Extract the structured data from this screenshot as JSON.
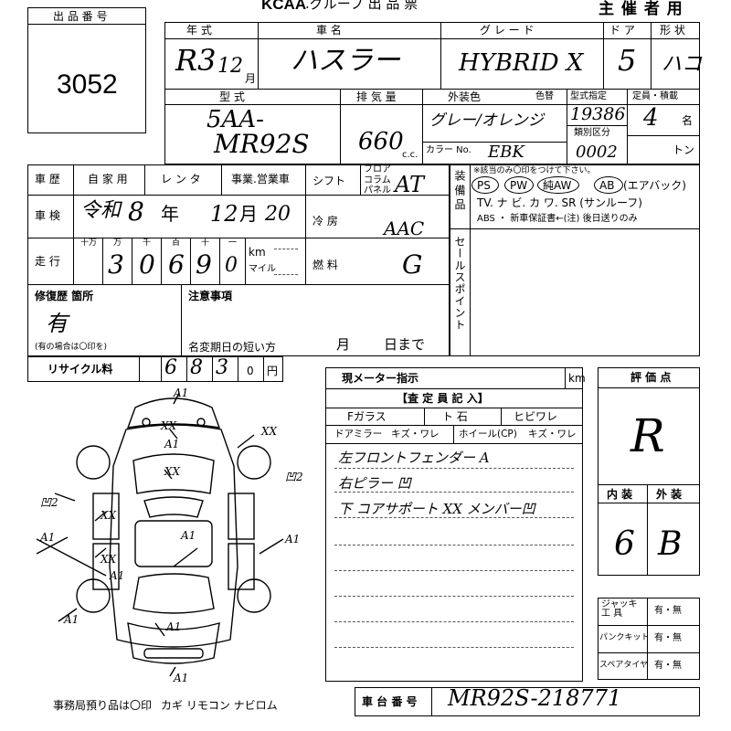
{
  "header": {
    "org": "KCAA",
    "group_title": ".グループ  出  品  票",
    "usage": "主 催 者 用",
    "lot_label": "出 品 番 号",
    "lot_number": "3052"
  },
  "labels": {
    "year": "年  式",
    "name": "車    名",
    "grade": "グ  レ  ー  ド",
    "door": "ド ア",
    "body": "形 状",
    "model": "型      式",
    "displacement": "排 気 量",
    "color": "外装色",
    "color_change": "色替",
    "type_designation": "型式指定",
    "capacity": "定員・積載",
    "category": "類別区分",
    "cc": "c.c.",
    "color_no": "カラー No.",
    "persons": "名",
    "tons": "トン",
    "history": "車  歴",
    "private": "自 家 用",
    "rental": "レ ン タ",
    "business": "事業.営業車",
    "shift": "シフト",
    "floor": "フロア",
    "column": "コラム",
    "panel": "パネル",
    "inspection": "車  検",
    "year_unit": "年",
    "month_unit": "月",
    "aircon": "冷  房",
    "mileage": "走  行",
    "digit_places": [
      "十万",
      "万",
      "千",
      "百",
      "十",
      "一"
    ],
    "km": "km",
    "mile": "マイル",
    "fuel": "燃  料",
    "equipment": "装 備 品",
    "equip_note": "※該当のみ〇印をつけて下さい。",
    "equip_row1": [
      "PS",
      "PW",
      "純AW",
      "AB",
      "(エアバック)"
    ],
    "equip_row2": "TV. ナ ビ. カ ワ. SR (サンルーフ)",
    "equip_row3": "ABS ・ 新車保証書←(注) 後日送りのみ",
    "sales_point": "セールスポイント",
    "repair": "修復歴 箇所",
    "repair_note": "(有の場合は〇印を)",
    "notes": "注意事項",
    "short_month": "名変期日の短い方",
    "month": "月",
    "day_until": "日まで",
    "recycle": "リサイクル料",
    "yen": "円",
    "meter": "現メーター指示",
    "inspect_title": "【査 定 員 記 入】",
    "glass": "Fガラス",
    "stone": "ト 石",
    "crack": "ヒビワレ",
    "mirror": "ドアミラー",
    "mirror_val": "キズ・ワレ",
    "wheel": "ホイール(CP)",
    "wheel_val": "キズ・ワレ",
    "score": "評 価 点",
    "interior": "内 装",
    "exterior": "外 装",
    "jack": "ジャッキ 工 具",
    "puncture": "パンクキット",
    "spare": "スペアタイヤ",
    "yes_no": "有・無",
    "office_items": "事務局預り品は〇印",
    "office_list": "カギ  リモコン  ナビロム",
    "chassis_no": "車 台 番 号"
  },
  "values": {
    "year": "R3",
    "month": "12",
    "car_name": "ハスラー",
    "grade": "HYBRID X",
    "doors": "5",
    "body": "ハコ",
    "model_top": "5AA-",
    "model_bottom": "MR92S",
    "displacement": "660",
    "color": "グレー/オレンジ",
    "color_code": "EBK",
    "type_designation": "19386",
    "category": "0002",
    "capacity": "4",
    "shift": "AT",
    "inspection_era": "令和",
    "inspection_year": "8",
    "inspection_month": "12",
    "inspection_day": "20",
    "aircon": "AAC",
    "mileage_digits": [
      "3",
      "0",
      "6",
      "9",
      "0"
    ],
    "fuel": "G",
    "repair": "有",
    "recycle_fee_digits": [
      "6",
      "8",
      "3",
      "0"
    ],
    "inspector_notes": [
      "左フロントフェンダー A",
      "右ピラー 凹",
      "下 コアサポート XX メンバー凹"
    ],
    "score": "R",
    "interior_score": "6",
    "exterior_score": "B",
    "chassis_no": "MR92S-218771"
  },
  "diagram_marks": [
    "A1",
    "XX",
    "A1",
    "XX",
    "XX",
    "凹2",
    "凹2",
    "XX",
    "XX",
    "A1",
    "A1",
    "A1",
    "A1",
    "A1",
    "A1",
    "A1"
  ]
}
